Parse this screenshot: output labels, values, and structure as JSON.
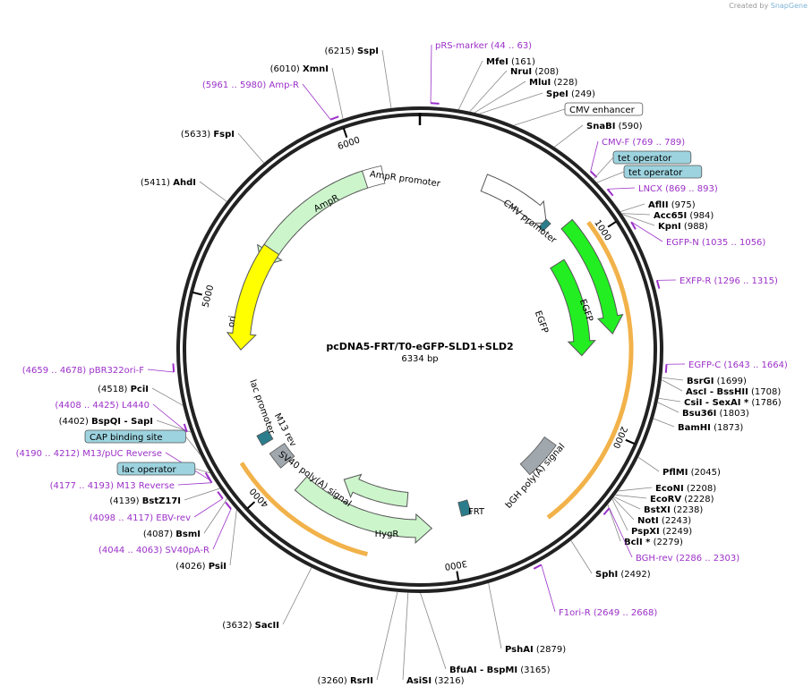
{
  "app": {
    "credit_prefix": "Created by",
    "credit_brand": "SnapGene"
  },
  "map": {
    "title": "pcDNA5-FRT/T0-eGFP-SLD1+SLD2",
    "size_label": "6334 bp",
    "length": 6334
  },
  "ticks": [
    "1000",
    "2000",
    "3000",
    "4000",
    "5000",
    "6000"
  ],
  "sites": [
    {
      "name": "SspI",
      "pos": "(6215)"
    },
    {
      "name": "XmnI",
      "pos": "(6010)"
    },
    {
      "name": "FspI",
      "pos": "(5633)"
    },
    {
      "name": "AhdI",
      "pos": "(5411)"
    },
    {
      "name": "PciI",
      "pos": "(4518)"
    },
    {
      "name": "BspQI",
      "pos": "(4402)",
      "extra": "- SapI"
    },
    {
      "name": "BstZ17I",
      "pos": "(4139)"
    },
    {
      "name": "BsmI",
      "pos": "(4087)"
    },
    {
      "name": "PsiI",
      "pos": "(4026)"
    },
    {
      "name": "SacII",
      "pos": "(3632)"
    },
    {
      "name": "RsrII",
      "pos": "(3260)"
    },
    {
      "name": "AsiSI",
      "pos": "(3216)"
    },
    {
      "name": "BfuAI",
      "pos": "(3165)",
      "extra": "- BspMI"
    },
    {
      "name": "PshAI",
      "pos": "(2879)"
    },
    {
      "name": "SphI",
      "pos": "(2492)"
    },
    {
      "name": "BclI *",
      "pos": "(2279)"
    },
    {
      "name": "PspXI",
      "pos": "(2249)"
    },
    {
      "name": "NotI",
      "pos": "(2243)"
    },
    {
      "name": "BstXI",
      "pos": "(2238)"
    },
    {
      "name": "EcoRV",
      "pos": "(2228)"
    },
    {
      "name": "EcoNI",
      "pos": "(2208)"
    },
    {
      "name": "PflMI",
      "pos": "(2045)"
    },
    {
      "name": "BamHI",
      "pos": "(1873)"
    },
    {
      "name": "Bsu36I",
      "pos": "(1803)"
    },
    {
      "name": "CsiI",
      "pos": "(1786)",
      "extra": "- SexAI *"
    },
    {
      "name": "AscI",
      "pos": "(1708)",
      "extra": "- BssHII"
    },
    {
      "name": "BsrGI",
      "pos": "(1699)"
    },
    {
      "name": "KpnI",
      "pos": "(988)"
    },
    {
      "name": "Acc65I",
      "pos": "(984)"
    },
    {
      "name": "AflII",
      "pos": "(975)"
    },
    {
      "name": "SnaBI",
      "pos": "(590)"
    },
    {
      "name": "SpeI",
      "pos": "(249)"
    },
    {
      "name": "MluI",
      "pos": "(228)"
    },
    {
      "name": "NruI",
      "pos": "(208)"
    },
    {
      "name": "MfeI",
      "pos": "(161)"
    }
  ],
  "primers": [
    {
      "name": "pRS-marker",
      "range": "(44 .. 63)"
    },
    {
      "name": "CMV-F",
      "range": "(769 .. 789)"
    },
    {
      "name": "LNCX",
      "range": "(869 .. 893)"
    },
    {
      "name": "EGFP-N",
      "range": "(1035 .. 1056)"
    },
    {
      "name": "EXFP-R",
      "range": "(1296 .. 1315)"
    },
    {
      "name": "EGFP-C",
      "range": "(1643 .. 1664)"
    },
    {
      "name": "BGH-rev",
      "range": "(2286 .. 2303)"
    },
    {
      "name": "F1ori-R",
      "range": "(2649 .. 2668)"
    },
    {
      "name": "SV40pA-R",
      "range": "(4044 .. 4063)"
    },
    {
      "name": "EBV-rev",
      "range": "(4098 .. 4117)"
    },
    {
      "name": "M13 Reverse",
      "range": "(4177 .. 4193)"
    },
    {
      "name": "M13/pUC Reverse",
      "range": "(4190 .. 4212)"
    },
    {
      "name": "L4440",
      "range": "(4408 .. 4425)"
    },
    {
      "name": "pBR322ori-F",
      "range": "(4659 .. 4678)"
    },
    {
      "name": "Amp-R",
      "range": "(5961 .. 5980)"
    }
  ],
  "boxed": [
    {
      "name": "CMV enhancer"
    },
    {
      "name": "tet operator"
    },
    {
      "name": "tet operator"
    },
    {
      "name": "CAP binding site"
    },
    {
      "name": "lac operator"
    }
  ],
  "features": [
    {
      "name": "AmpR promoter"
    },
    {
      "name": "AmpR"
    },
    {
      "name": "CMV promoter"
    },
    {
      "name": "EGFP"
    },
    {
      "name": "EGFP"
    },
    {
      "name": "ori"
    },
    {
      "name": "lac promoter"
    },
    {
      "name": "M13 rev"
    },
    {
      "name": "SV40 poly(A) signal"
    },
    {
      "name": "bGH poly(A) signal"
    },
    {
      "name": "FRT"
    },
    {
      "name": "HygR"
    }
  ],
  "colors": {
    "primer": "#9b30c8",
    "boxed_fill": "#9cd3df",
    "ampr_fill": "#ccf5cc",
    "egfp_fill": "#22ee22",
    "ori_fill": "#ffff00",
    "orange": "#f2b24a",
    "gray": "#a0a7ad",
    "teal": "#2c7d8c"
  }
}
